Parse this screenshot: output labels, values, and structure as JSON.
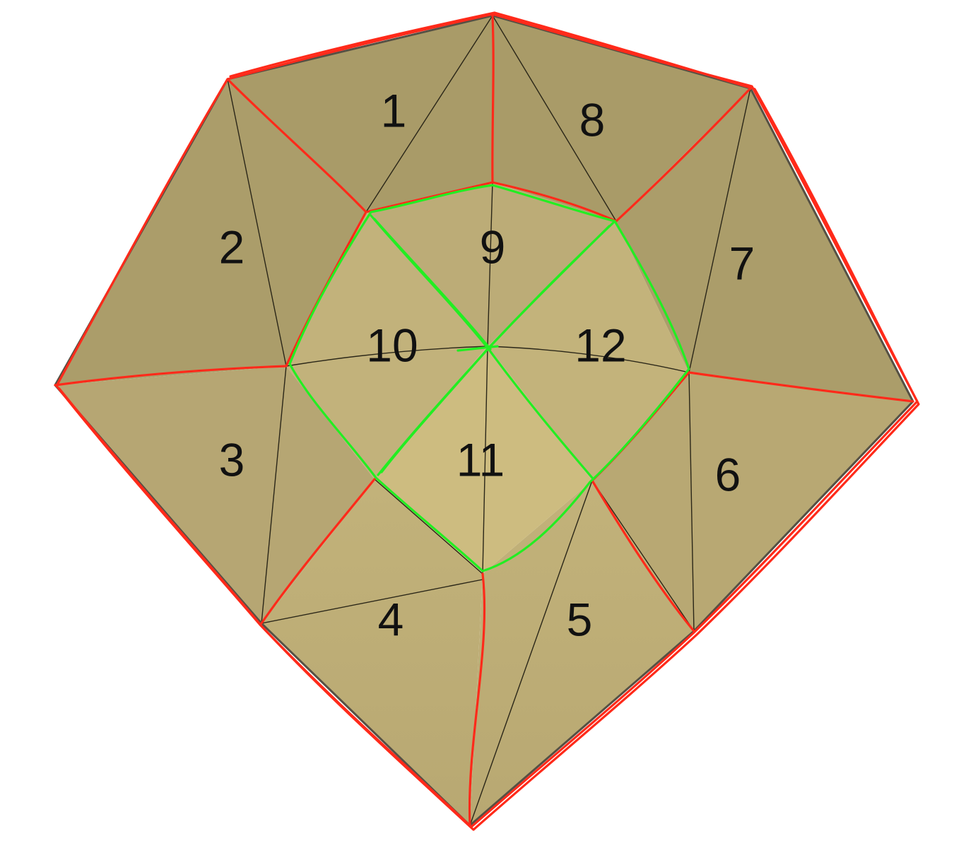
{
  "figure": {
    "face_labels": [
      "1",
      "2",
      "3",
      "4",
      "5",
      "6",
      "7",
      "8",
      "9",
      "10",
      "11",
      "12"
    ]
  },
  "colors": {
    "background": "#ffffff",
    "face_dark": "#a99b68",
    "face_mid": "#b4a571",
    "face_light": "#c5b47c",
    "face_center": "#d0bf82",
    "edge": "#2a2618",
    "outline_outer": "#ff2a1a",
    "outline_inner": "#22ee22"
  }
}
